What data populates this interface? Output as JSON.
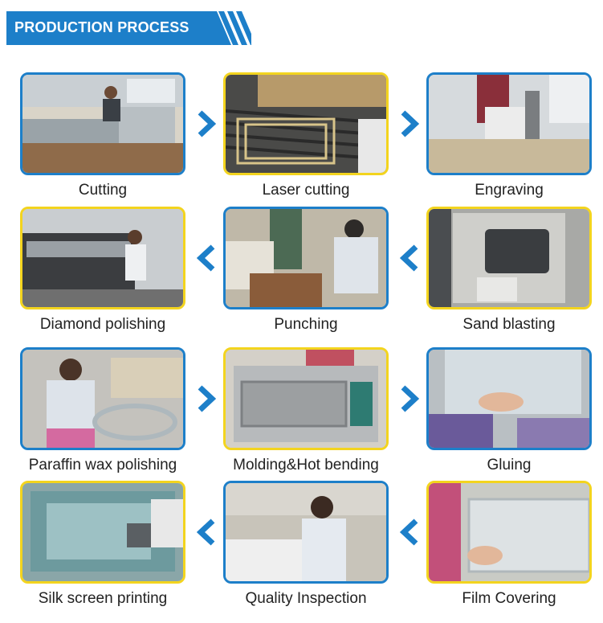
{
  "header": {
    "title": "PRODUCTION PROCESS"
  },
  "steps": [
    {
      "label": "Cutting"
    },
    {
      "label": "Laser cutting"
    },
    {
      "label": "Engraving"
    },
    {
      "label": "Diamond  polishing"
    },
    {
      "label": "Punching"
    },
    {
      "label": "Sand blasting"
    },
    {
      "label": "Paraffin wax polishing"
    },
    {
      "label": "Molding&Hot bending"
    },
    {
      "label": "Gluing"
    },
    {
      "label": "Silk screen printing"
    },
    {
      "label": "Quality Inspection"
    },
    {
      "label": "Film Covering"
    }
  ],
  "colors": {
    "brand_blue": "#1d7fc9",
    "accent_yellow": "#f3d41e",
    "text": "#222222"
  }
}
